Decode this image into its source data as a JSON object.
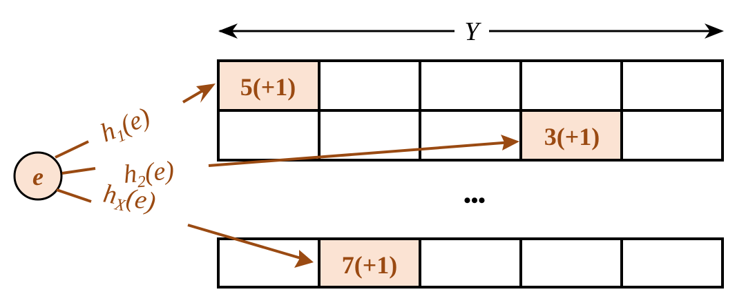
{
  "y_axis": {
    "label": "Y"
  },
  "element": {
    "label": "e"
  },
  "hash_labels": [
    {
      "base": "h",
      "sub": "1",
      "arg": "(e)"
    },
    {
      "base": "h",
      "sub": "2",
      "arg": "(e)"
    },
    {
      "base": "h",
      "sub": "X",
      "arg": "(e)"
    }
  ],
  "cells": [
    {
      "text": "5(+1)"
    },
    {
      "text": "3(+1)"
    },
    {
      "text": "7(+1)"
    }
  ],
  "ellipsis": "•••",
  "colors": {
    "accent": "#9a4a12",
    "cell_fill": "#fbe3d3",
    "line": "#000000"
  }
}
